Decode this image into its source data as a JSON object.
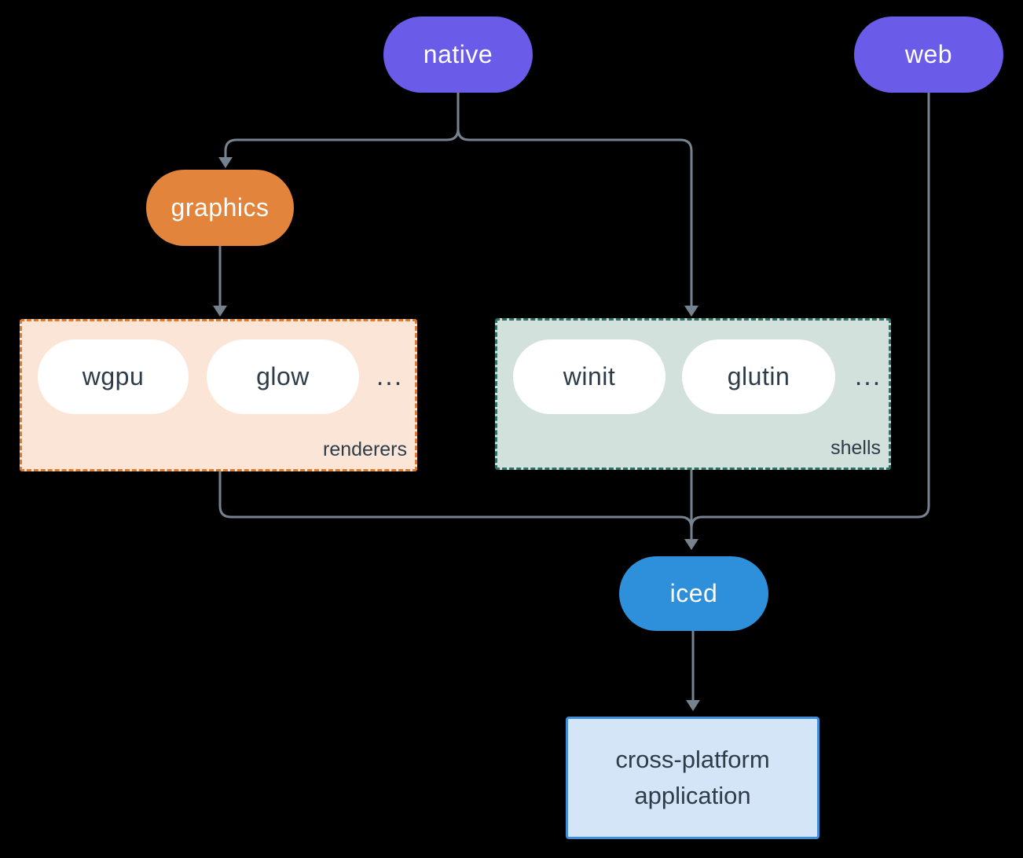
{
  "diagram": {
    "nodes": {
      "native": {
        "label": "native"
      },
      "web": {
        "label": "web"
      },
      "graphics": {
        "label": "graphics"
      },
      "wgpu": {
        "label": "wgpu"
      },
      "glow": {
        "label": "glow"
      },
      "winit": {
        "label": "winit"
      },
      "glutin": {
        "label": "glutin"
      },
      "iced": {
        "label": "iced"
      },
      "app": {
        "label_line1": "cross-platform",
        "label_line2": "application"
      }
    },
    "groups": {
      "renderers": {
        "label": "renderers",
        "ellipsis": "..."
      },
      "shells": {
        "label": "shells",
        "ellipsis": "..."
      }
    },
    "colors": {
      "purple": "#6a5be8",
      "orange": "#e2843c",
      "blue": "#2e8fdb",
      "renderers_bg": "#fae5d6",
      "renderers_border": "#dd7b2f",
      "shells_bg": "#d2e1db",
      "shells_border": "#2e7265",
      "app_bg": "#d4e5f7",
      "app_border": "#3e8ed9",
      "dark_text": "#2e3c4a",
      "connector": "#76828e",
      "white": "#ffffff",
      "background": "#000000"
    }
  }
}
